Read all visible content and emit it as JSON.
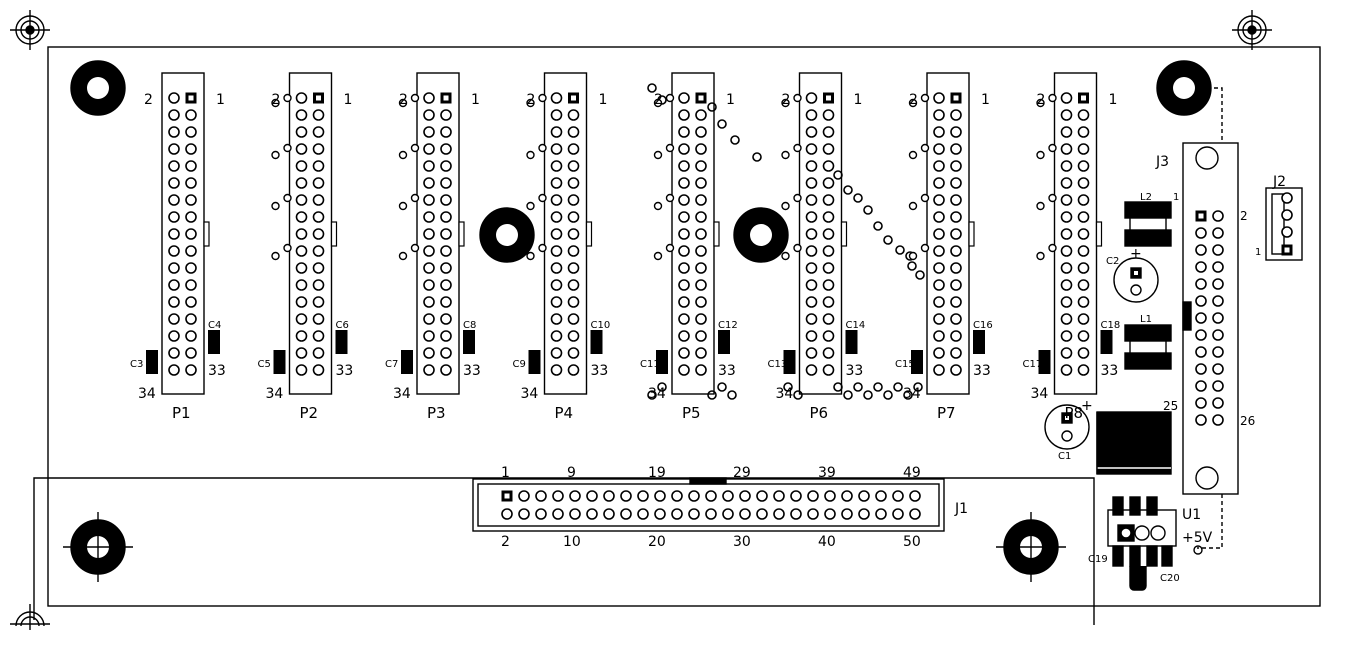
{
  "headers": [
    {
      "id": "P1",
      "pin_first": "1",
      "pin_second": "2",
      "pin_last_odd": "33",
      "pin_last_even": "34",
      "cap_left": "C3",
      "cap_right": "C4"
    },
    {
      "id": "P2",
      "pin_first": "1",
      "pin_second": "2",
      "pin_last_odd": "33",
      "pin_last_even": "34",
      "cap_left": "C5",
      "cap_right": "C6"
    },
    {
      "id": "P3",
      "pin_first": "1",
      "pin_second": "2",
      "pin_last_odd": "33",
      "pin_last_even": "34",
      "cap_left": "C7",
      "cap_right": "C8"
    },
    {
      "id": "P4",
      "pin_first": "1",
      "pin_second": "2",
      "pin_last_odd": "33",
      "pin_last_even": "34",
      "cap_left": "C9",
      "cap_right": "C10"
    },
    {
      "id": "P5",
      "pin_first": "1",
      "pin_second": "2",
      "pin_last_odd": "33",
      "pin_last_even": "34",
      "cap_left": "C11",
      "cap_right": "C12"
    },
    {
      "id": "P6",
      "pin_first": "1",
      "pin_second": "2",
      "pin_last_odd": "33",
      "pin_last_even": "34",
      "cap_left": "C13",
      "cap_right": "C14"
    },
    {
      "id": "P7",
      "pin_first": "1",
      "pin_second": "2",
      "pin_last_odd": "33",
      "pin_last_even": "34",
      "cap_left": "C15",
      "cap_right": "C16"
    },
    {
      "id": "P8",
      "pin_first": "1",
      "pin_second": "2",
      "pin_last_odd": "33",
      "pin_last_even": "34",
      "cap_left": "C17",
      "cap_right": "C18"
    }
  ],
  "j1": {
    "label": "J1",
    "top_numbers": [
      "1",
      "9",
      "19",
      "29",
      "39",
      "49"
    ],
    "bottom_numbers": [
      "2",
      "10",
      "20",
      "30",
      "40",
      "50"
    ]
  },
  "j2": {
    "label": "J2",
    "pin1": "1"
  },
  "j3": {
    "label": "J3",
    "pin1": "1",
    "pin2": "2",
    "pin25": "25",
    "pin26": "26"
  },
  "power": {
    "l1": "L1",
    "l2": "L2",
    "c1": "C1",
    "c2": "C2",
    "c19": "C19",
    "c20": "C20",
    "u1": "U1",
    "plus5v": "+5V",
    "plus": "+"
  },
  "colors": {
    "ink": "#000000",
    "paper": "#ffffff"
  }
}
